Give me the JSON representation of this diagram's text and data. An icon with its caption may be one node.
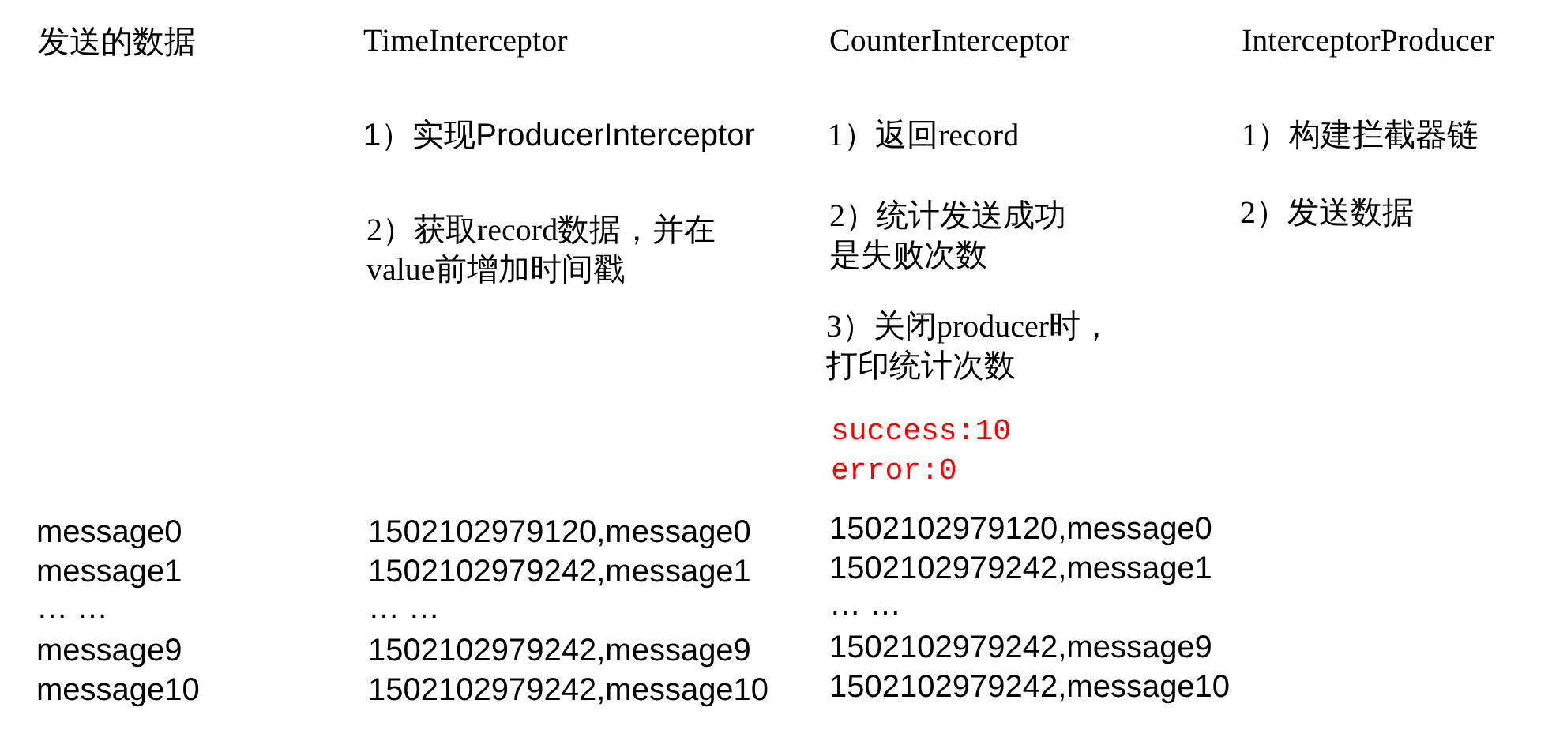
{
  "diagram": {
    "labels": [
      "发送的数据",
      "message0",
      "message1",
      "… …",
      "message9",
      "message10",
      "TimeInterceptor",
      "1）实现ProducerInterceptor",
      "2）获取record数据，并在value前增加时间戳",
      "1502102979120,message0",
      "1502102979242,message1",
      "… …",
      "1502102979242,message9",
      "1502102979242,message10",
      "CounterInterceptor",
      "1）返回record",
      "2）统计发送成功是失败次数",
      "3）关闭producer时，打印统计次数",
      "success:10",
      "error:0",
      "1502102979120,message0",
      "1502102979242,message1",
      "… …",
      "1502102979242,message9",
      "1502102979242,message10",
      "InterceptorProducer",
      "1）构建拦截器链",
      "2）发送数据"
    ]
  }
}
